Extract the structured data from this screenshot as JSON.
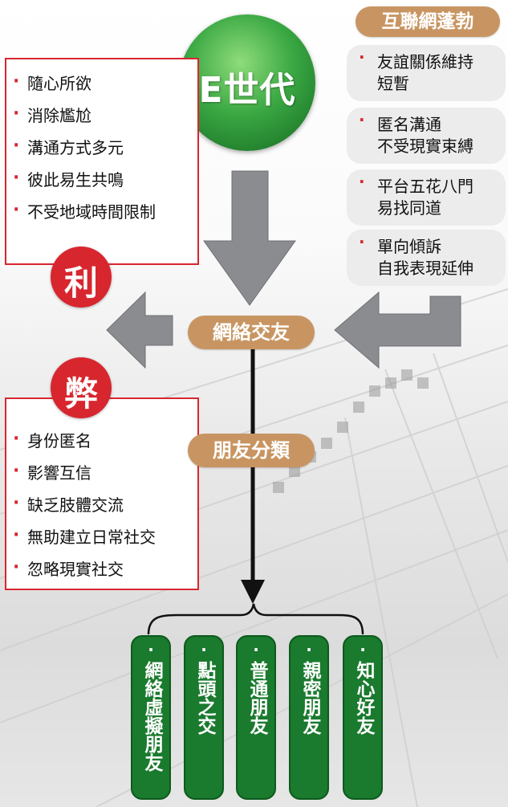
{
  "center_title": "E世代",
  "green_circle_color": "#2e9a3a",
  "accent_red": "#d8262f",
  "pill_color": "#c89562",
  "top_right_pill": "互聯網蓬勃",
  "right_points": [
    {
      "lines": [
        "友誼關係維持",
        "短暫"
      ]
    },
    {
      "lines": [
        "匿名溝通",
        "不受現實束縛"
      ]
    },
    {
      "lines": [
        "平台五花八門",
        "易找同道"
      ]
    },
    {
      "lines": [
        "單向傾訴",
        "自我表現延伸"
      ]
    }
  ],
  "pros_label": "利",
  "pros": [
    "隨心所欲",
    "消除尷尬",
    "溝通方式多元",
    "彼此易生共鳴",
    "不受地域時間限制"
  ],
  "cons_label": "弊",
  "cons": [
    "身份匿名",
    "影響互信",
    "缺乏肢體交流",
    "無助建立日常社交",
    "忽略現實社交"
  ],
  "middle_pill": "網絡交友",
  "lower_pill": "朋友分類",
  "friend_types": [
    {
      "dot": "·",
      "label": "網絡虛擬朋友"
    },
    {
      "dot": "·",
      "label": "點頭之交"
    },
    {
      "dot": "·",
      "label": "普通朋友"
    },
    {
      "dot": "·",
      "label": "親密朋友"
    },
    {
      "dot": "·",
      "label": "知心好友"
    }
  ],
  "icons": {
    "down_arrow": "arrow-down-icon",
    "left_arrow": "arrow-left-icon",
    "elbow_arrow": "elbow-arrow-icon"
  }
}
